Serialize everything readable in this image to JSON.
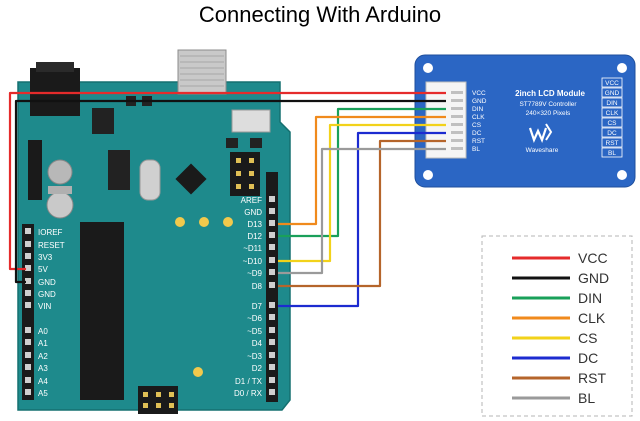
{
  "title": "Connecting With Arduino",
  "arduino": {
    "left_pins": [
      "IOREF",
      "RESET",
      "3V3",
      "5V",
      "GND",
      "GND",
      "VIN",
      "A0",
      "A1",
      "A2",
      "A3",
      "A4",
      "A5"
    ],
    "right_pins": [
      "AREF",
      "GND",
      "D13",
      "D12",
      "~D11",
      "~D10",
      "~D9",
      "D8",
      "D7",
      "~D6",
      "~D5",
      "D4",
      "~D3",
      "D2",
      "D1 / TX",
      "D0 / RX"
    ]
  },
  "lcd": {
    "title": "2inch LCD Module",
    "controller": "ST7789V Controller",
    "resolution": "240×320 Pixels",
    "brand": "Waveshare",
    "header_pins": [
      "VCC",
      "GND",
      "DIN",
      "CLK",
      "CS",
      "DC",
      "RST",
      "BL"
    ],
    "side_pins": [
      "VCC",
      "GND",
      "DIN",
      "CLK",
      "CS",
      "DC",
      "RST",
      "BL"
    ]
  },
  "legend": [
    {
      "label": "VCC",
      "color": "#e52b2b"
    },
    {
      "label": "GND",
      "color": "#111111"
    },
    {
      "label": "DIN",
      "color": "#1aa05a"
    },
    {
      "label": "CLK",
      "color": "#f08a1c"
    },
    {
      "label": "CS",
      "color": "#f2d21a"
    },
    {
      "label": "DC",
      "color": "#1c2bd0"
    },
    {
      "label": "RST",
      "color": "#b5652b"
    },
    {
      "label": "BL",
      "color": "#9a9a9a"
    }
  ],
  "colors": {
    "board": "#1e8a8c",
    "lcd": "#2b66c4"
  }
}
